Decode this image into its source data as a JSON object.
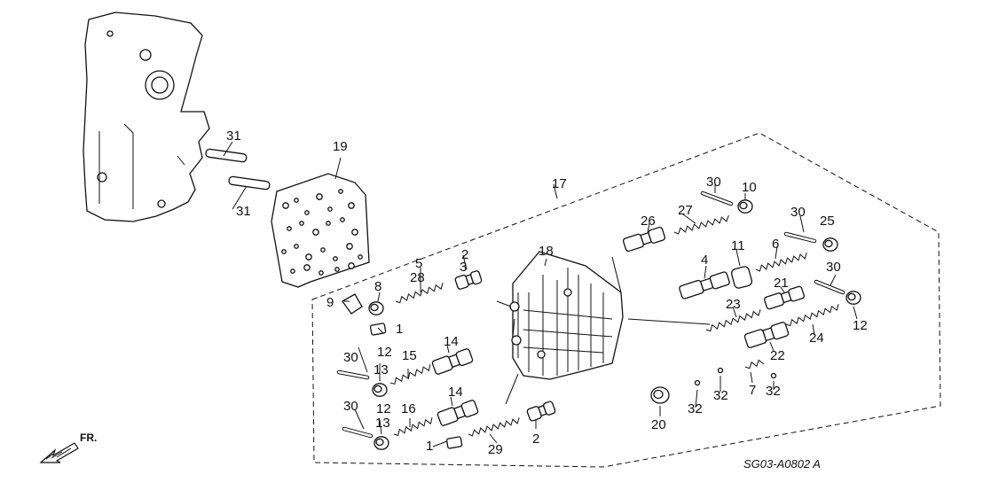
{
  "diagram": {
    "part_labels": [
      "1",
      "1",
      "2",
      "2",
      "3",
      "4",
      "5",
      "6",
      "7",
      "8",
      "9",
      "10",
      "11",
      "12",
      "12",
      "12",
      "13",
      "13",
      "14",
      "14",
      "15",
      "16",
      "17",
      "18",
      "19",
      "20",
      "21",
      "22",
      "23",
      "24",
      "25",
      "26",
      "27",
      "28",
      "29",
      "30",
      "30",
      "30",
      "30",
      "30",
      "31",
      "31",
      "32",
      "32",
      "32"
    ],
    "direction_label": "FR.",
    "drawing_code": "SG03-A0802 A"
  }
}
